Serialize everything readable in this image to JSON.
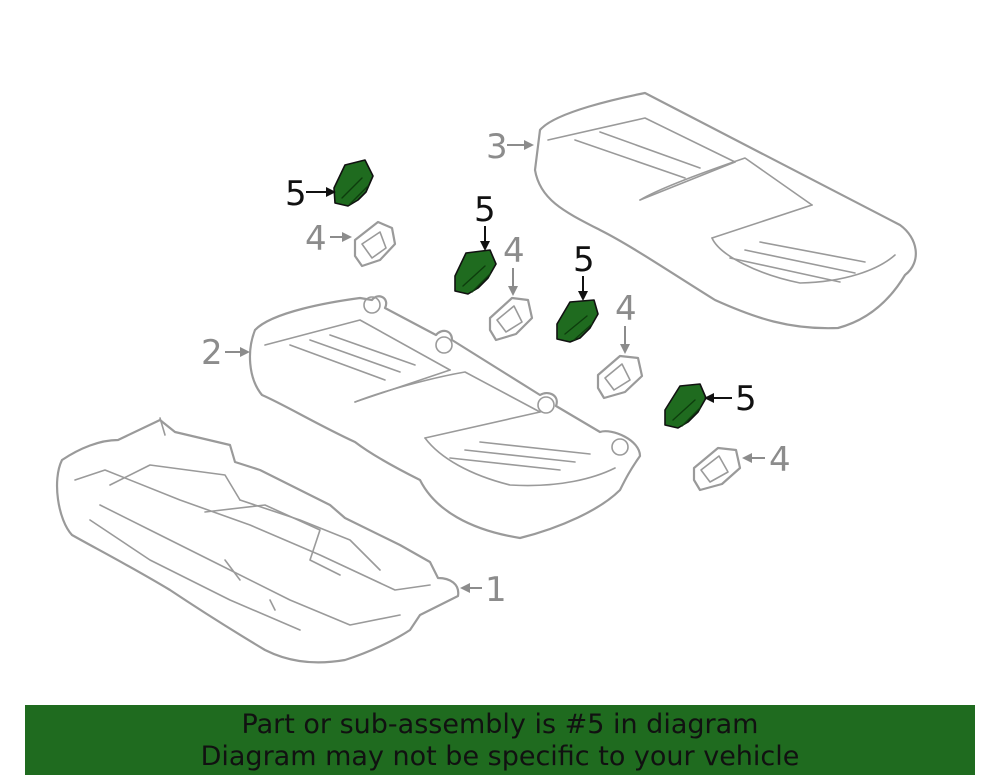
{
  "callouts": {
    "c1": "1",
    "c2": "2",
    "c3": "3",
    "c4a": "4",
    "c4b": "4",
    "c4c": "4",
    "c4d": "4",
    "c5a": "5",
    "c5b": "5",
    "c5c": "5",
    "c5d": "5"
  },
  "highlight_color": "#1f6b1f",
  "banner": {
    "line1": "Part or sub-assembly is #5 in diagram",
    "line2": "Diagram may not be specific to your vehicle"
  }
}
